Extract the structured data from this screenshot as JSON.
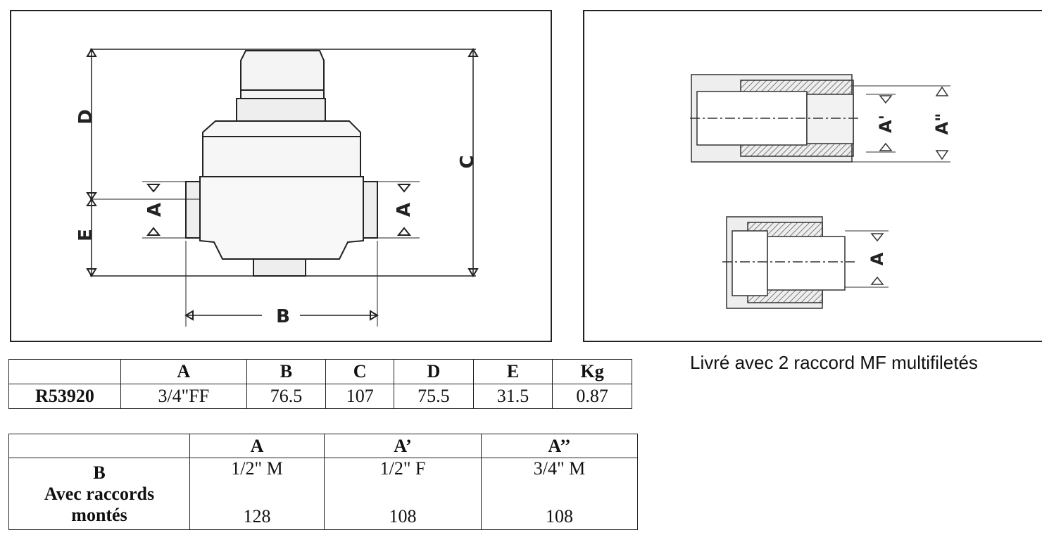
{
  "drawing_left": {
    "labels": {
      "D": "D",
      "E": "E",
      "C": "C",
      "B": "B",
      "A_left": "A",
      "A_right": "A"
    }
  },
  "drawing_right": {
    "labels": {
      "A_prime": "A'",
      "A_double": "A\"",
      "A_small": "A"
    }
  },
  "note": "Livré avec 2 raccord MF multifiletés",
  "table1": {
    "headers": [
      "",
      "A",
      "B",
      "C",
      "D",
      "E",
      "Kg"
    ],
    "row_label": "R53920",
    "values": [
      "3/4\"FF",
      "76.5",
      "107",
      "75.5",
      "31.5",
      "0.87"
    ]
  },
  "table2": {
    "headers": [
      "",
      "A",
      "A’",
      "A’’"
    ],
    "row_label_line1": "B",
    "row_label_line2": "Avec raccords",
    "row_label_line3": "montés",
    "threads": [
      "1/2\" M",
      "1/2\" F",
      "3/4\" M"
    ],
    "values": [
      "128",
      "108",
      "108"
    ]
  }
}
